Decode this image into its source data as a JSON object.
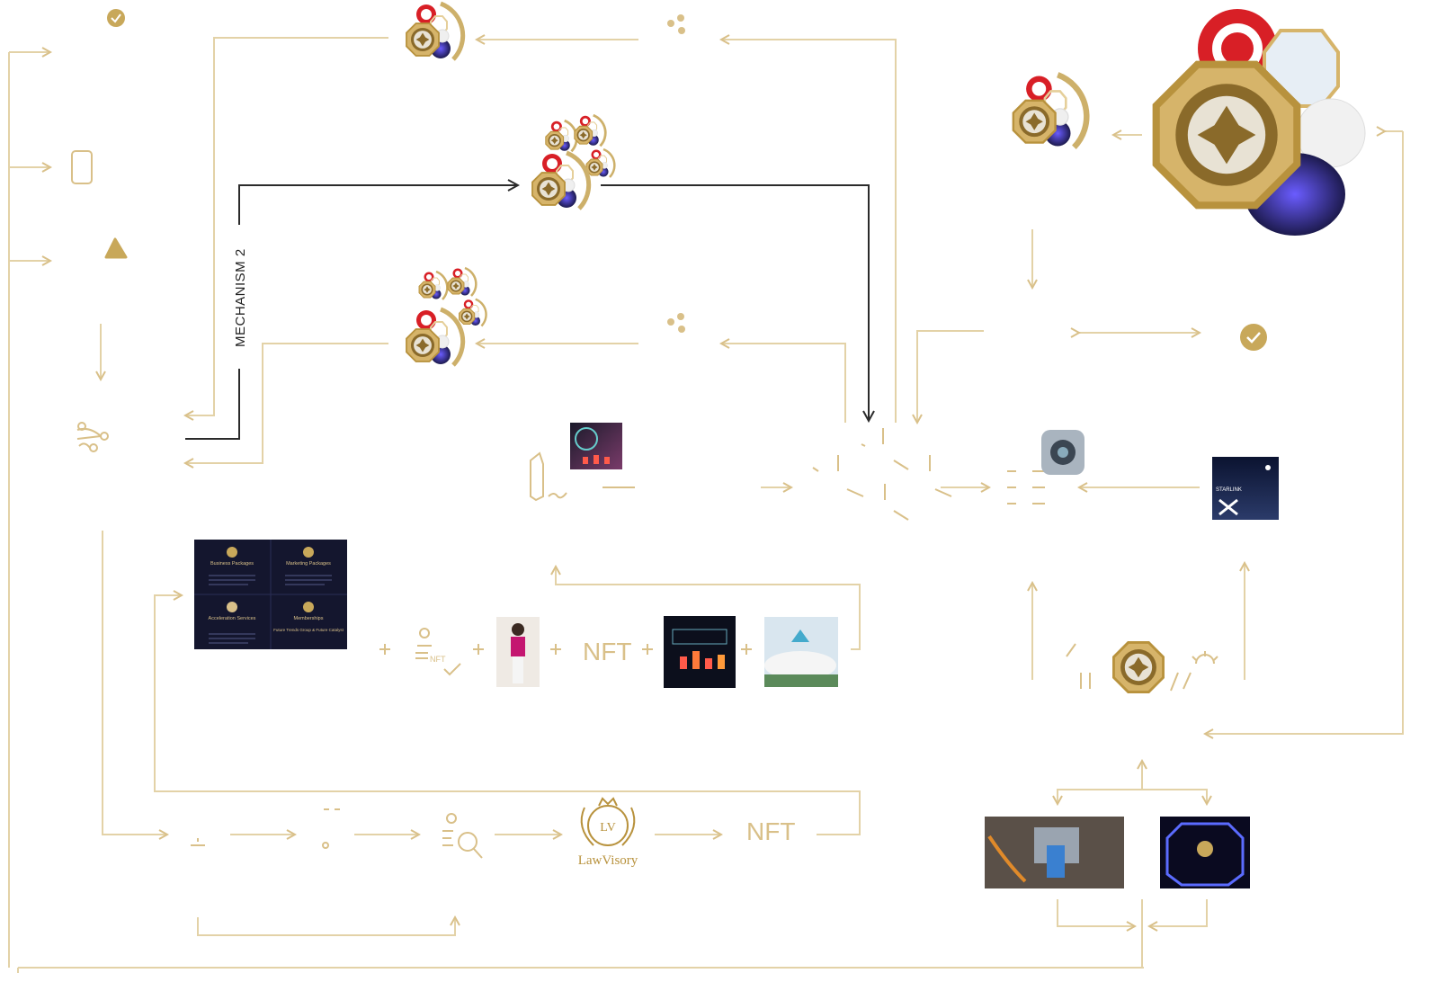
{
  "mechanism_label": "MECHANISM 2",
  "colors": {
    "gold": "#d9c089",
    "gold_dark": "#c8a85a",
    "brand_brown": "#8b6b2c",
    "dark_line": "#2b2b2b",
    "card_bg": "#14162e",
    "accent_red": "#d81f26"
  },
  "packages_card": {
    "cells": [
      {
        "title": "Business Packages"
      },
      {
        "title": "Marketing Packages"
      },
      {
        "title": "Acceleration Services"
      },
      {
        "title": "Memberships",
        "subtitle": "Future Trends Group & Future Catalyst"
      }
    ]
  },
  "nft_label": "NFT",
  "lawvisory_label": "LawVisory",
  "lawvisory_monogram": "LV",
  "starlink_label": "STARLINK",
  "icons": [
    "check-circle-icon",
    "phone-icon",
    "triangle-icon",
    "network-nodes-icon",
    "pen-signature-icon",
    "user-nft-check-icon",
    "user-search-icon",
    "plus-icon",
    "arrow-icon",
    "octagon-coin-icon",
    "sparkle-icon"
  ]
}
